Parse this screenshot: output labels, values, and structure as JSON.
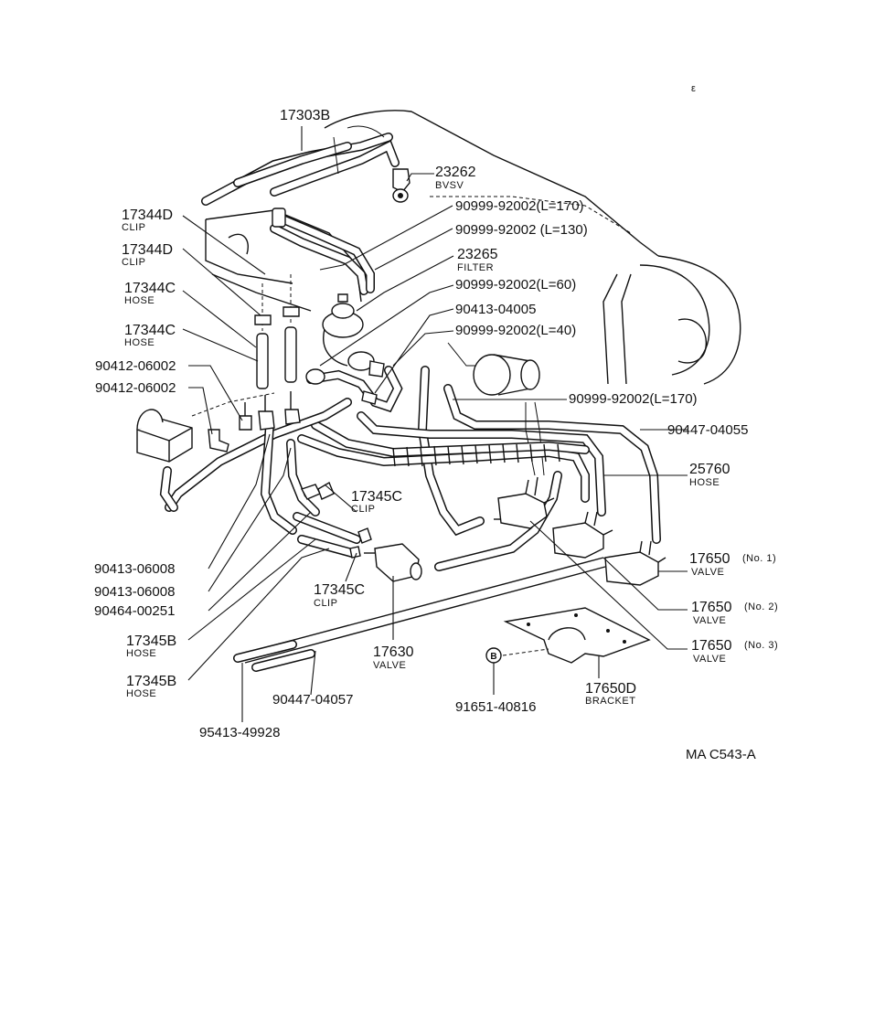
{
  "callouts": [
    {
      "id": "c1",
      "number": "17303B",
      "desc": ""
    },
    {
      "id": "c2",
      "number": "23262",
      "desc": "BVSV"
    },
    {
      "id": "c3",
      "number": "90999-92002(L=170)",
      "desc": ""
    },
    {
      "id": "c4",
      "number": "90999-92002 (L=130)",
      "desc": ""
    },
    {
      "id": "c5",
      "number": "23265",
      "desc": "FILTER"
    },
    {
      "id": "c6",
      "number": "90999-92002(L=60)",
      "desc": ""
    },
    {
      "id": "c7",
      "number": "90413-04005",
      "desc": ""
    },
    {
      "id": "c8",
      "number": "90999-92002(L=40)",
      "desc": ""
    },
    {
      "id": "c9",
      "number": "90999-92002(L=170)",
      "desc": ""
    },
    {
      "id": "c10",
      "number": "90447-04055",
      "desc": ""
    },
    {
      "id": "c11",
      "number": "25760",
      "desc": "HOSE"
    },
    {
      "id": "c12",
      "number": "17650",
      "suffix": "(No. 1)",
      "desc": "VALVE"
    },
    {
      "id": "c13",
      "number": "17650",
      "suffix": "(No. 2)",
      "desc": "VALVE"
    },
    {
      "id": "c14",
      "number": "17650",
      "suffix": "(No. 3)",
      "desc": "VALVE"
    },
    {
      "id": "c15",
      "number": "17650D",
      "desc": "BRACKET"
    },
    {
      "id": "c16",
      "number": "91651-40816",
      "desc": ""
    },
    {
      "id": "c17",
      "number": "17344D",
      "desc": "CLIP"
    },
    {
      "id": "c18",
      "number": "17344D",
      "desc": "CLIP"
    },
    {
      "id": "c19",
      "number": "17344C",
      "desc": "HOSE"
    },
    {
      "id": "c20",
      "number": "17344C",
      "desc": "HOSE"
    },
    {
      "id": "c21",
      "number": "90412-06002",
      "desc": ""
    },
    {
      "id": "c22",
      "number": "90412-06002",
      "desc": ""
    },
    {
      "id": "c23",
      "number": "17345C",
      "desc": "CLIP"
    },
    {
      "id": "c24",
      "number": "17345C",
      "desc": "CLIP"
    },
    {
      "id": "c25",
      "number": "90413-06008",
      "desc": ""
    },
    {
      "id": "c26",
      "number": "90413-06008",
      "desc": ""
    },
    {
      "id": "c27",
      "number": "90464-00251",
      "desc": ""
    },
    {
      "id": "c28",
      "number": "17345B",
      "desc": "HOSE"
    },
    {
      "id": "c29",
      "number": "17345B",
      "desc": "HOSE"
    },
    {
      "id": "c30",
      "number": "17630",
      "desc": "VALVE"
    },
    {
      "id": "c31",
      "number": "90447-04057",
      "desc": ""
    },
    {
      "id": "c32",
      "number": "95413-49928",
      "desc": ""
    }
  ],
  "bolt_marker": "B",
  "stray_mark": "ε",
  "reference_code": "MA  C543-A"
}
